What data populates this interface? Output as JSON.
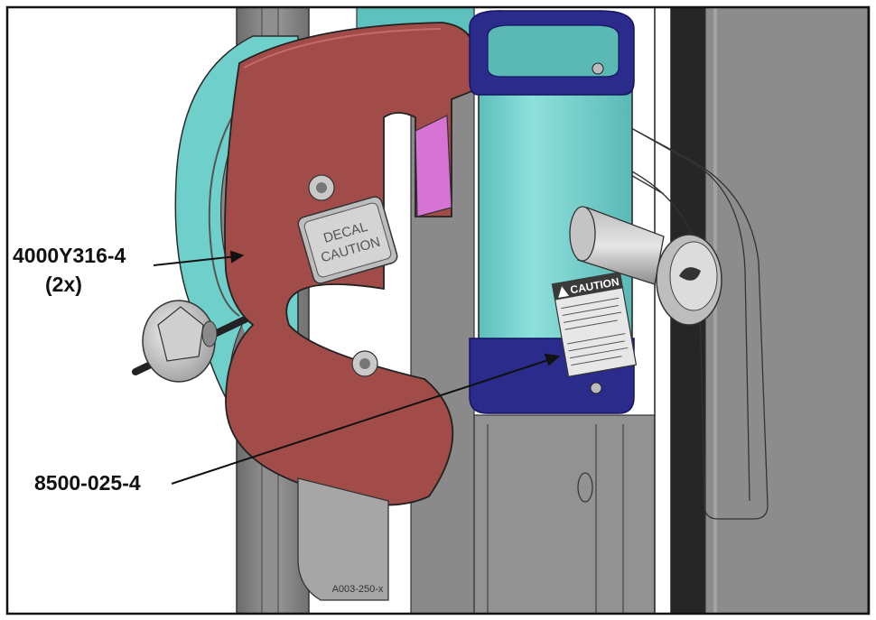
{
  "callouts": {
    "plate_part": "4000Y316-4",
    "plate_qty": "(2x)",
    "decal_part": "8500-025-4"
  },
  "plate_decal": {
    "line1": "DECAL",
    "line2": "CAUTION"
  },
  "tube_decal": {
    "title": "CAUTION"
  },
  "lower_label": {
    "text": "A003-250-x"
  },
  "colors": {
    "plate": "#a24c4a",
    "teal": "#6fcfcb",
    "navy": "#2b2b8c",
    "magenta": "#d873d6",
    "column_gray": "#7f7f7f"
  }
}
